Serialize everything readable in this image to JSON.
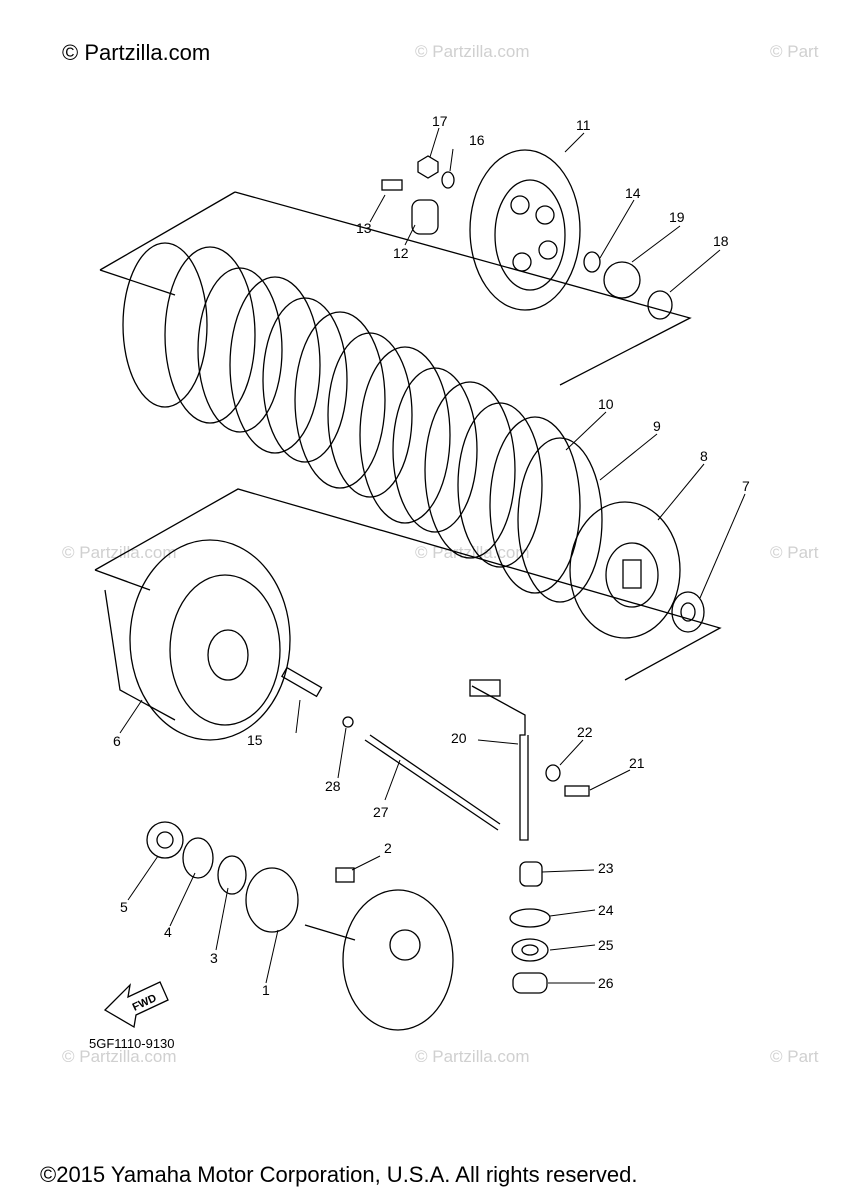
{
  "header": {
    "brand": "© Partzilla.com"
  },
  "watermarks": [
    "© Partzilla.com",
    "© Partzilla.com",
    "© Part",
    "© Partzilla.com",
    "© Partzilla.com",
    "© Part",
    "© Partzilla.com",
    "© Partzilla.com",
    "© Part"
  ],
  "diagram": {
    "part_labels": [
      "1",
      "2",
      "3",
      "4",
      "5",
      "6",
      "7",
      "8",
      "9",
      "10",
      "11",
      "12",
      "13",
      "14",
      "15",
      "16",
      "17",
      "18",
      "19",
      "20",
      "21",
      "22",
      "23",
      "24",
      "25",
      "26",
      "27",
      "28"
    ],
    "forward_arrow_label": "FWD",
    "diagram_code": "5GF1110-9130"
  },
  "footer": {
    "copyright": "©2015 Yamaha Motor Corporation, U.S.A. All rights reserved."
  }
}
